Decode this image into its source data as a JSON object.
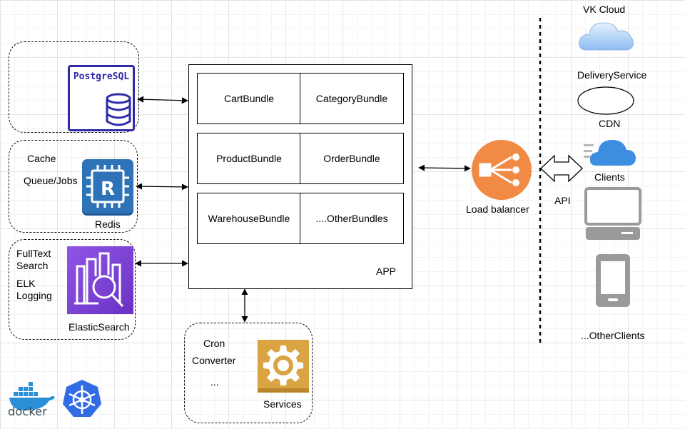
{
  "datastores": {
    "postgres": {
      "logo_text": "PostgreSQL"
    },
    "redis": {
      "lines": [
        "Cache",
        "Queue/Jobs"
      ],
      "name": "Redis"
    },
    "elastic": {
      "lines": [
        "FullText",
        "Search",
        "ELK",
        "Logging"
      ],
      "name": "ElasticSearch"
    }
  },
  "app": {
    "label": "APP",
    "bundles": [
      "CartBundle",
      "CategoryBundle",
      "ProductBundle",
      "OrderBundle",
      "WarehouseBundle",
      "....OtherBundles"
    ]
  },
  "services": {
    "lines": [
      "Cron",
      "Converter",
      "..."
    ],
    "name": "Services"
  },
  "load_balancer": {
    "label": "Load balancer"
  },
  "api": {
    "label": "API"
  },
  "right_side": {
    "vk_cloud": "VK Cloud",
    "delivery_service": "DeliveryService",
    "cdn": "CDN",
    "clients": "Clients",
    "other_clients": "...OtherClients"
  },
  "logos": {
    "docker": "docker"
  },
  "colors": {
    "postgres": "#2f2aa8",
    "redis": "#2e73b8",
    "elastic": "#7a3fd1",
    "services": "#d9a441",
    "load_balancer": "#f08a45",
    "cloud": "#3c8ee0",
    "device": "#8a8a8a"
  }
}
